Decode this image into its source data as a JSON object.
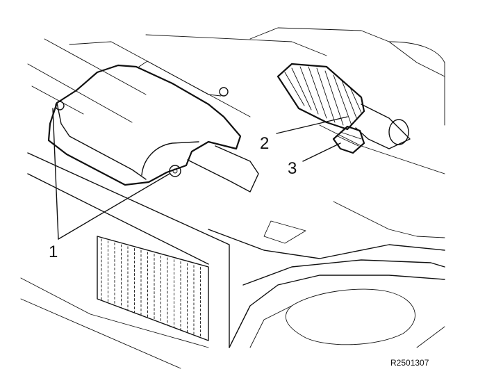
{
  "callouts": [
    {
      "label": "1"
    },
    {
      "label": "2"
    },
    {
      "label": "3"
    }
  ],
  "reference_code": "R2501307"
}
